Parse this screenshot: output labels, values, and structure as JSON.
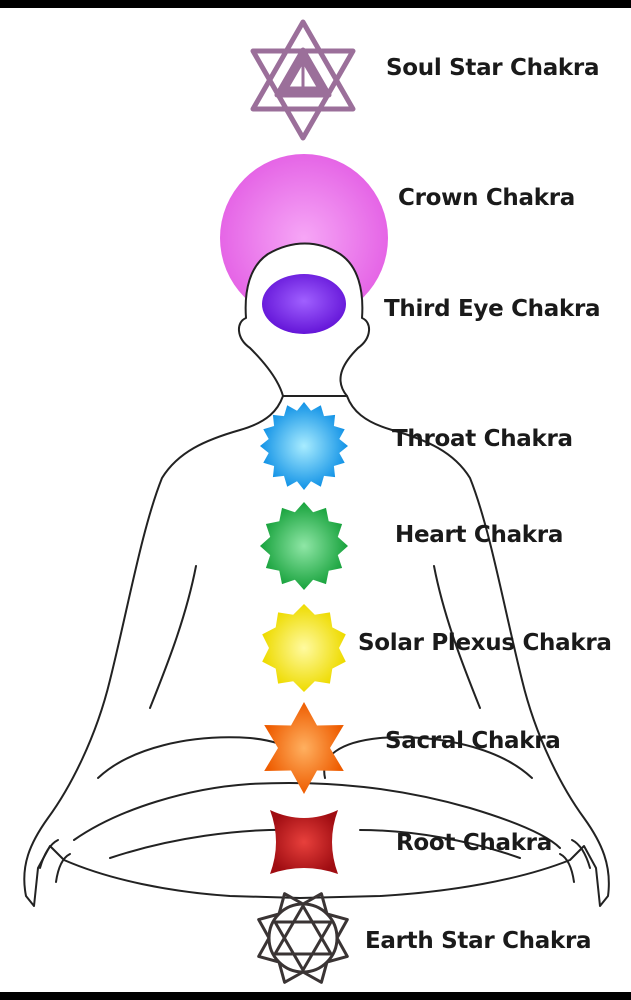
{
  "chakras": [
    {
      "id": "soul-star",
      "label": "Soul Star Chakra",
      "color": "#9b6f9a",
      "icon": "soul-star-icon"
    },
    {
      "id": "crown",
      "label": "Crown Chakra",
      "color": "#ee79ee",
      "icon": "crown-chakra-icon"
    },
    {
      "id": "third-eye",
      "label": "Third Eye Chakra",
      "color": "#7a2cf0",
      "icon": "third-eye-chakra-icon"
    },
    {
      "id": "throat",
      "label": "Throat Chakra",
      "color": "#1aa6f0",
      "icon": "throat-chakra-icon"
    },
    {
      "id": "heart",
      "label": "Heart Chakra",
      "color": "#22b84a",
      "icon": "heart-chakra-icon"
    },
    {
      "id": "solar-plexus",
      "label": "Solar Plexus Chakra",
      "color": "#f2e600",
      "icon": "solar-plexus-chakra-icon"
    },
    {
      "id": "sacral",
      "label": "Sacral Chakra",
      "color": "#f46a0a",
      "icon": "sacral-chakra-icon"
    },
    {
      "id": "root",
      "label": "Root Chakra",
      "color": "#c0141a",
      "icon": "root-chakra-icon"
    },
    {
      "id": "earth-star",
      "label": "Earth Star Chakra",
      "color": "#3a3434",
      "icon": "earth-star-icon"
    }
  ]
}
